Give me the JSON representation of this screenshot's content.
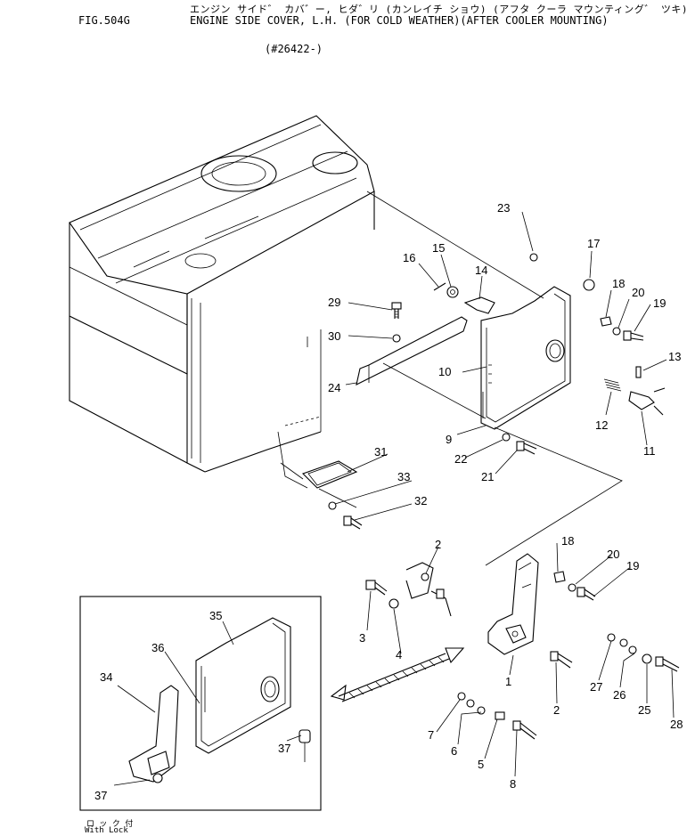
{
  "header": {
    "japanese_title": "エンジン サイド゛ カバ゛ー, ヒダ゛リ (カンレイチ ショウ) (アフタ クーラ マウンティング゛ ツキ)",
    "figure_number": "FIG.504G",
    "title": "ENGINE SIDE COVER, L.H. (FOR COLD WEATHER)(AFTER COOLER MOUNTING)",
    "serial_range": "(#26422-)"
  },
  "inset": {
    "caption_jp": "ロ ッ ク 付",
    "caption_en": "With Lock"
  },
  "callouts": {
    "c1": "1",
    "c2a": "2",
    "c2b": "2",
    "c3": "3",
    "c4": "4",
    "c5": "5",
    "c6": "6",
    "c7": "7",
    "c8": "8",
    "c9": "9",
    "c10": "10",
    "c11": "11",
    "c12": "12",
    "c13": "13",
    "c14": "14",
    "c15": "15",
    "c16": "16",
    "c17": "17",
    "c18a": "18",
    "c18b": "18",
    "c19a": "19",
    "c19b": "19",
    "c20a": "20",
    "c20b": "20",
    "c21": "21",
    "c22": "22",
    "c23": "23",
    "c24": "24",
    "c25": "25",
    "c26": "26",
    "c27": "27",
    "c28": "28",
    "c29": "29",
    "c30": "30",
    "c31": "31",
    "c32": "32",
    "c33": "33",
    "c34": "34",
    "c35": "35",
    "c36": "36",
    "c37a": "37",
    "c37b": "37"
  }
}
